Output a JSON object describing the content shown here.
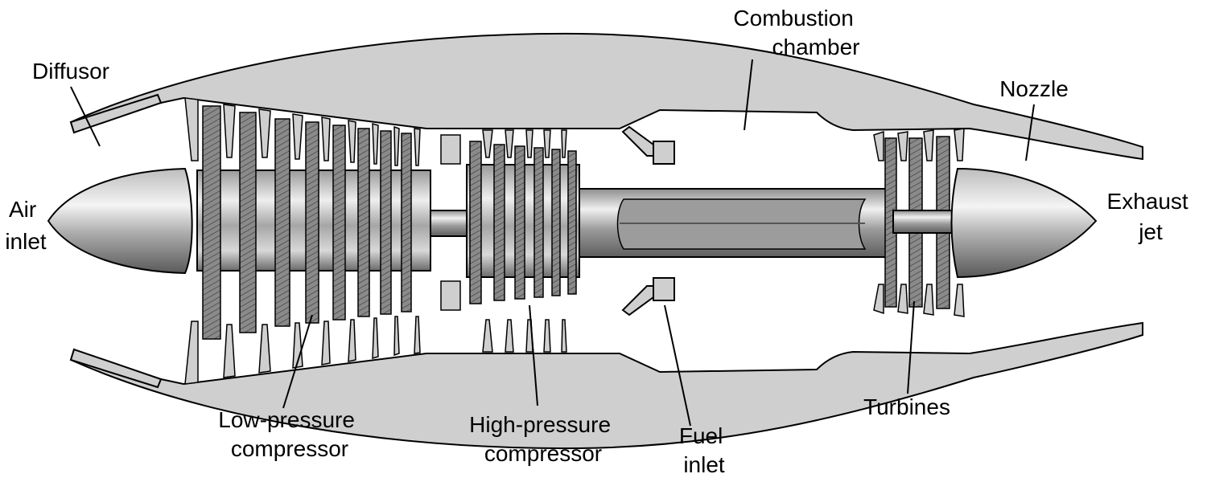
{
  "diagram": {
    "labels": {
      "diffusor": [
        "Diffusor"
      ],
      "combustion": [
        "Combustion",
        "chamber"
      ],
      "nozzle": [
        "Nozzle"
      ],
      "air_inlet": [
        "Air",
        "inlet"
      ],
      "exhaust_jet": [
        "Exhaust",
        "jet"
      ],
      "lp_compressor": [
        "Low-pressure",
        "compressor"
      ],
      "hp_compressor": [
        "High-pressure",
        "compressor"
      ],
      "fuel_inlet": [
        "Fuel",
        "inlet"
      ],
      "turbines": [
        "Turbines"
      ]
    },
    "colors": {
      "casing": "#cfcfcf",
      "outline": "#000000",
      "blade": "#7a7a7a",
      "shaft": "#a9a9a9"
    }
  }
}
